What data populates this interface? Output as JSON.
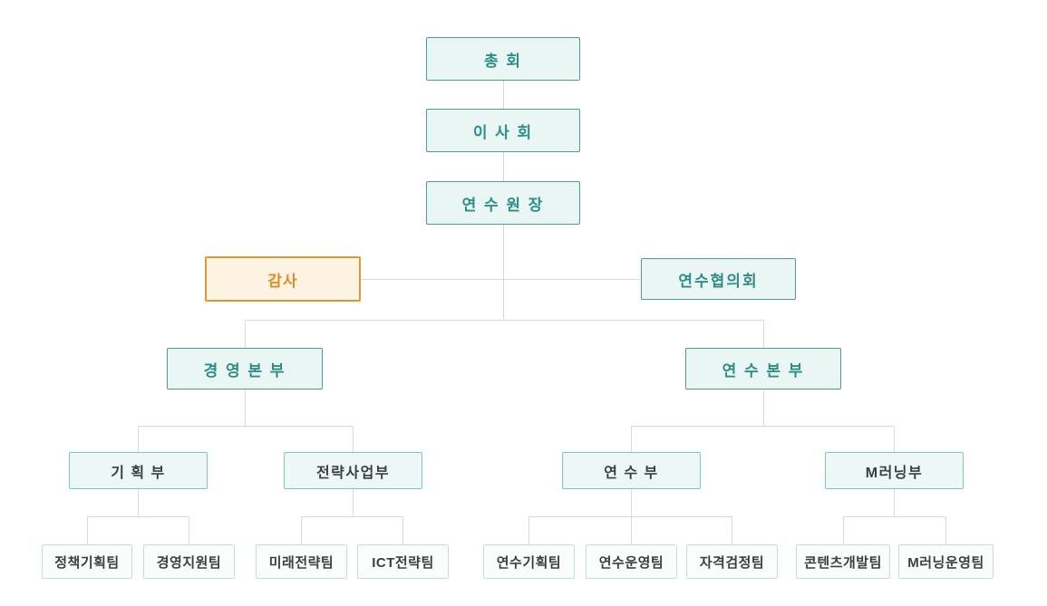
{
  "chart_type": "organization-chart",
  "colors": {
    "primary_border": "#4a9d96",
    "primary_text": "#2e8e86",
    "primary_bg": "#e9f6f4",
    "dept_border": "#7cc6bf",
    "dept_bg": "#edf8f6",
    "team_border": "#bfe2dd",
    "team_bg": "#fafdfc",
    "dark_text": "#3a3f42",
    "audit_border": "#dd9833",
    "audit_text": "#e08c28",
    "audit_bg": "#fdf3e2",
    "line": "#d9d9d9",
    "page_bg": "#ffffff"
  },
  "nodes": {
    "general_assembly": {
      "label": "총 회"
    },
    "board_of_directors": {
      "label": "이 사 회"
    },
    "institute_director": {
      "label": "연 수 원 장"
    },
    "audit": {
      "label": "감사"
    },
    "training_council": {
      "label": "연수협의회"
    },
    "management_hq": {
      "label": "경 영 본 부"
    },
    "training_hq": {
      "label": "연 수 본 부"
    },
    "planning_dept": {
      "label": "기 획 부"
    },
    "strategic_business_dept": {
      "label": "전략사업부"
    },
    "training_dept": {
      "label": "연 수 부"
    },
    "m_learning_dept": {
      "label": "M러닝부"
    },
    "policy_planning_team": {
      "label": "정책기획팀"
    },
    "management_support_team": {
      "label": "경영지원팀"
    },
    "future_strategy_team": {
      "label": "미래전략팀"
    },
    "ict_strategy_team": {
      "label": "ICT전략팀"
    },
    "training_planning_team": {
      "label": "연수기획팀"
    },
    "training_operations_team": {
      "label": "연수운영팀"
    },
    "qualification_exam_team": {
      "label": "자격검정팀"
    },
    "content_development_team": {
      "label": "콘텐츠개발팀"
    },
    "m_learning_operations_team": {
      "label": "M러닝운영팀"
    }
  }
}
